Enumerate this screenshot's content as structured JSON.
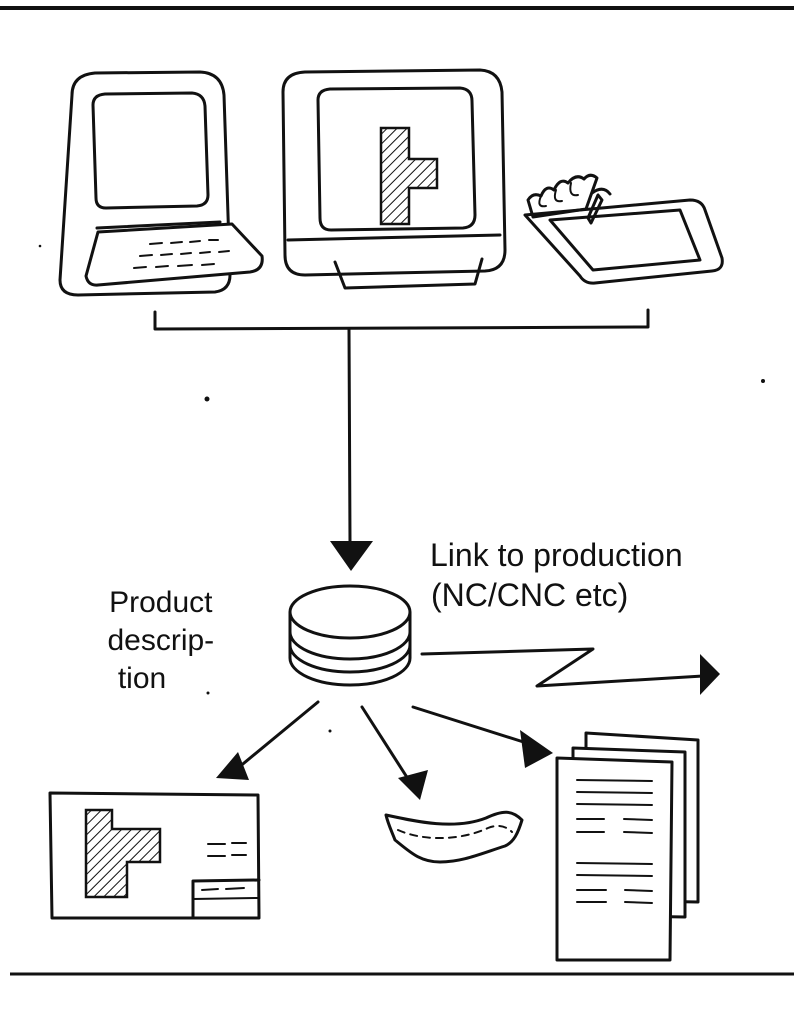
{
  "labels": {
    "link": [
      "Link to production",
      "(NC/CNC etc)"
    ],
    "product": [
      "Product",
      "descrip-",
      "tion"
    ]
  }
}
